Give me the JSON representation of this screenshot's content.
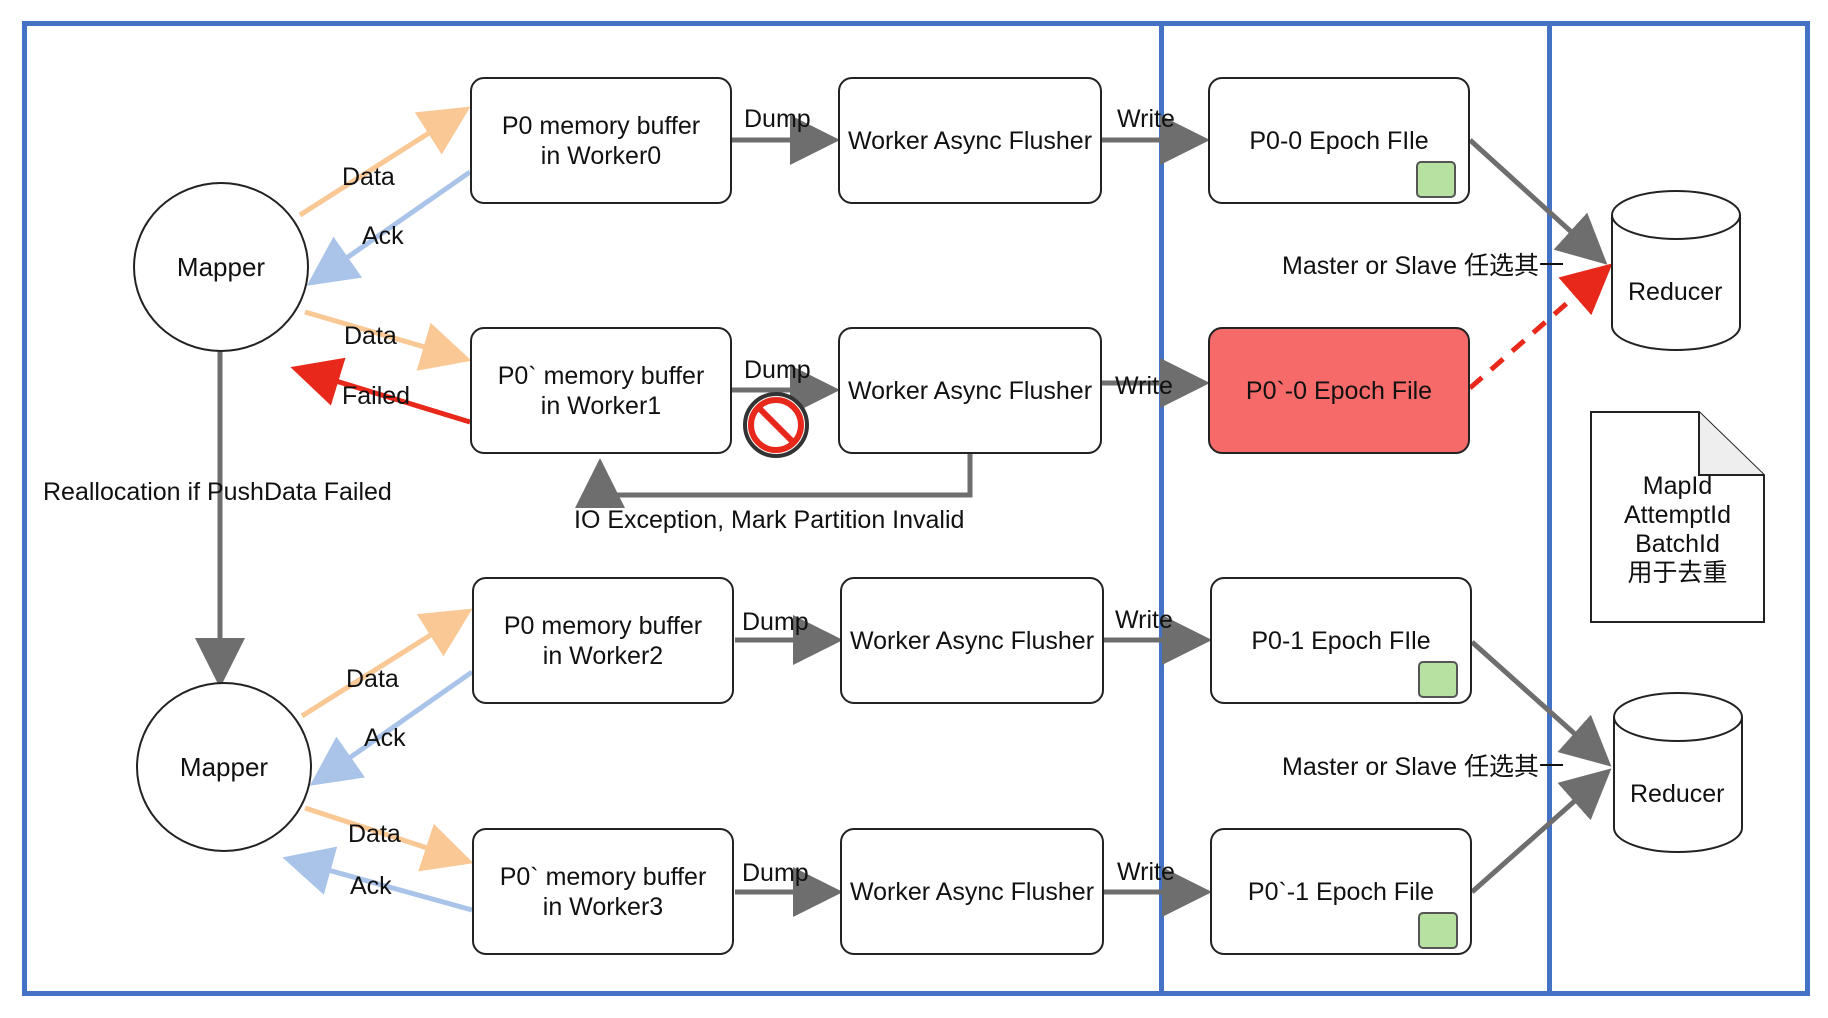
{
  "colors": {
    "panel_border": "#4472c4",
    "data_arrow": "#f9c895",
    "ack_arrow": "#a9c4e8",
    "failed_arrow": "#e8281b",
    "flow_arrow": "#6e6e6e",
    "failed_file": "#f66a6a",
    "ok_marker": "#b7e1a1"
  },
  "mappers": [
    {
      "label": "Mapper"
    },
    {
      "label": "Mapper"
    }
  ],
  "edges": {
    "data": "Data",
    "ack": "Ack",
    "failed": "Failed",
    "dump": "Dump",
    "write": "Write"
  },
  "rows": [
    {
      "buffer_line1": "P0 memory buffer",
      "buffer_line2": "in Worker0",
      "flusher": "Worker Async Flusher",
      "file": "P0-0 Epoch FIle",
      "status": "ok"
    },
    {
      "buffer_line1": "P0` memory buffer",
      "buffer_line2": "in Worker1",
      "flusher": "Worker Async Flusher",
      "file": "P0`-0 Epoch File",
      "status": "failed"
    },
    {
      "buffer_line1": "P0 memory buffer",
      "buffer_line2": "in Worker2",
      "flusher": "Worker Async Flusher",
      "file": "P0-1 Epoch FIle",
      "status": "ok"
    },
    {
      "buffer_line1": "P0` memory buffer",
      "buffer_line2": "in Worker3",
      "flusher": "Worker Async Flusher",
      "file": "P0`-1 Epoch File",
      "status": "ok"
    }
  ],
  "reallocation_label": "Reallocation if PushData Failed",
  "io_exception_label": "IO Exception, Mark Partition Invalid",
  "master_slave_label": "Master or Slave 任选其一",
  "reducers": [
    {
      "label": "Reducer"
    },
    {
      "label": "Reducer"
    }
  ],
  "note": {
    "line1": "MapId",
    "line2": "AttemptId",
    "line3": "BatchId",
    "line4": "用于去重"
  },
  "icons": {
    "invalid": "prohibited-icon",
    "ok_marker": "green-square-icon"
  }
}
